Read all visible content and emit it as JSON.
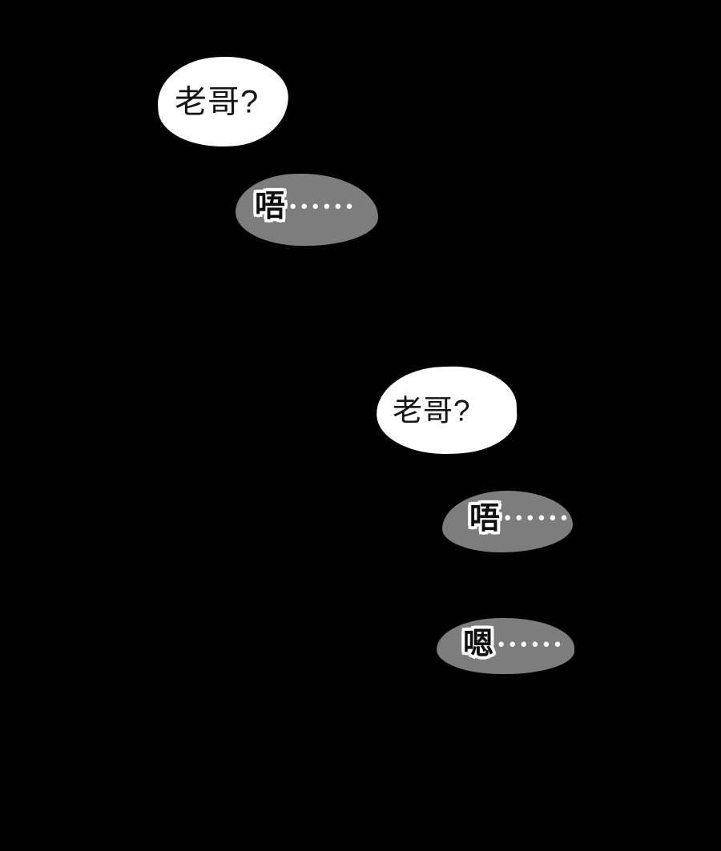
{
  "scene": {
    "type": "comic-panel",
    "background_color": "#000000"
  },
  "colors": {
    "background": "#000000",
    "bubble_white": "#ffffff",
    "bubble_gray": "#7d7d7d",
    "text_dark": "#0f0f0f",
    "text_outline": "#ffffff",
    "ellipsis_dots": "#ffffff"
  },
  "bubbles": [
    {
      "name": "call-1",
      "style": "white",
      "text": "老哥?"
    },
    {
      "name": "murmur-1",
      "style": "gray",
      "char": "唔",
      "dots": "●●●●●●"
    },
    {
      "name": "call-2",
      "style": "white",
      "text": "老哥?"
    },
    {
      "name": "murmur-2",
      "style": "gray",
      "char": "唔",
      "dots": "●●●●●●"
    },
    {
      "name": "murmur-3",
      "style": "gray",
      "char": "嗯",
      "dots": "●●●●●●"
    }
  ]
}
